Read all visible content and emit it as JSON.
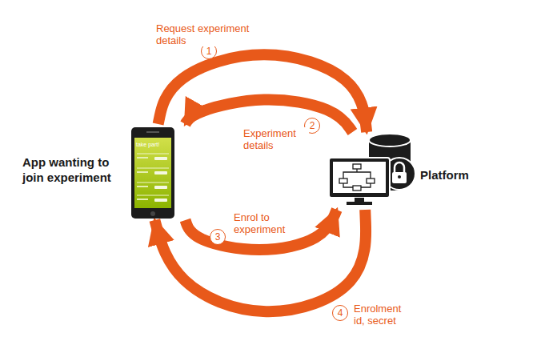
{
  "diagram": {
    "nodes": [
      {
        "text": [
          "App wanting to join experiment"
        ]
      },
      {
        "text": [
          "Platform"
        ]
      }
    ],
    "edges": [
      {
        "from": 0,
        "to": 1,
        "arrow": "to",
        "label": "Request experiment details"
      },
      {
        "from": 1,
        "to": 0,
        "arrow": "to",
        "label": "Experiment details"
      },
      {
        "from": 0,
        "to": 1,
        "arrow": "to",
        "label": "Enrol to experiment"
      },
      {
        "from": 1,
        "to": 0,
        "arrow": "to",
        "label": "Enrolment id, secret"
      }
    ],
    "labels": [
      "1",
      "2",
      "3",
      "4",
      "take part!"
    ]
  }
}
